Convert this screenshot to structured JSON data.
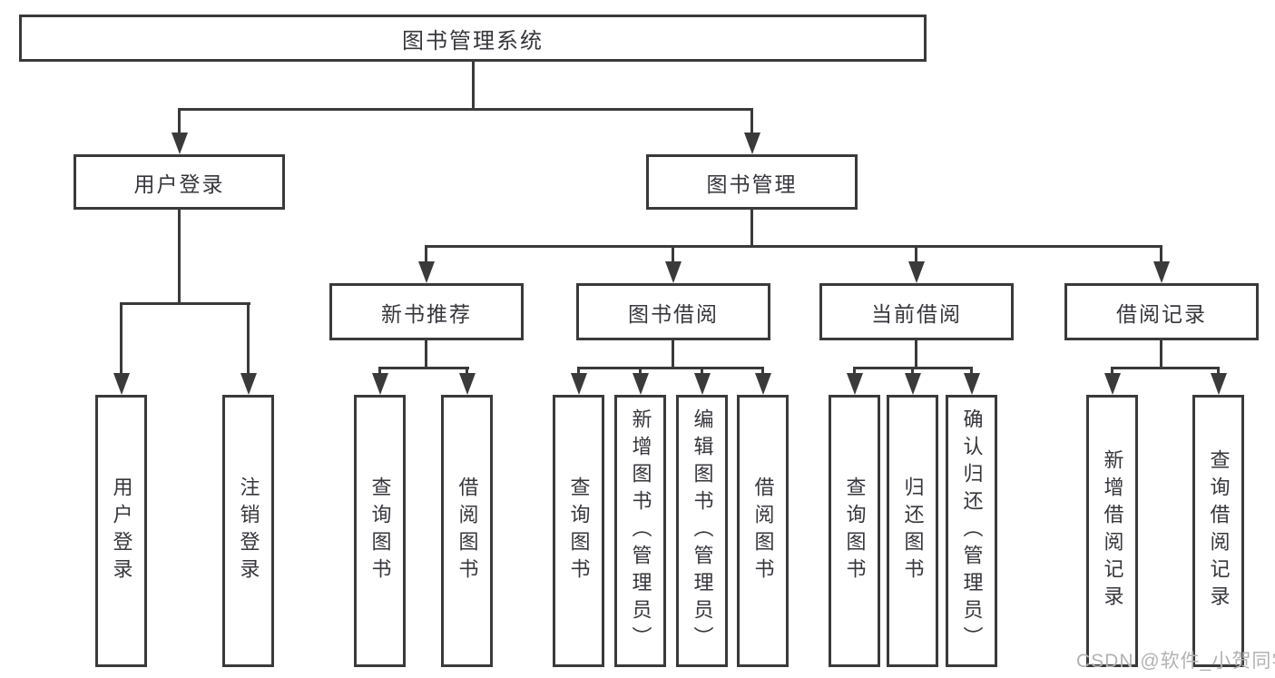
{
  "colors": {
    "line": "#3a3a3a",
    "text": "#36363c",
    "watermark": "#b2b2b2"
  },
  "watermark": {
    "text": "CSDN @软件_小贺同学"
  },
  "diagram": {
    "root": {
      "label": "图书管理系统"
    },
    "level2": [
      {
        "label": "用户登录"
      },
      {
        "label": "图书管理"
      }
    ],
    "level3": [
      {
        "label": "新书推荐"
      },
      {
        "label": "图书借阅"
      },
      {
        "label": "当前借阅"
      },
      {
        "label": "借阅记录"
      }
    ],
    "leaves": {
      "user_login": [
        "用户登录",
        "注销登录"
      ],
      "new_book_recommend": [
        "查询图书",
        "借阅图书"
      ],
      "book_borrow": [
        "查询图书",
        "新增图书（管理员）",
        "编辑图书（管理员）",
        "借阅图书"
      ],
      "current_borrow": [
        "查询图书",
        "归还图书",
        "确认归还（管理员）"
      ],
      "borrow_records": [
        "新增借阅记录",
        "查询借阅记录"
      ]
    }
  }
}
